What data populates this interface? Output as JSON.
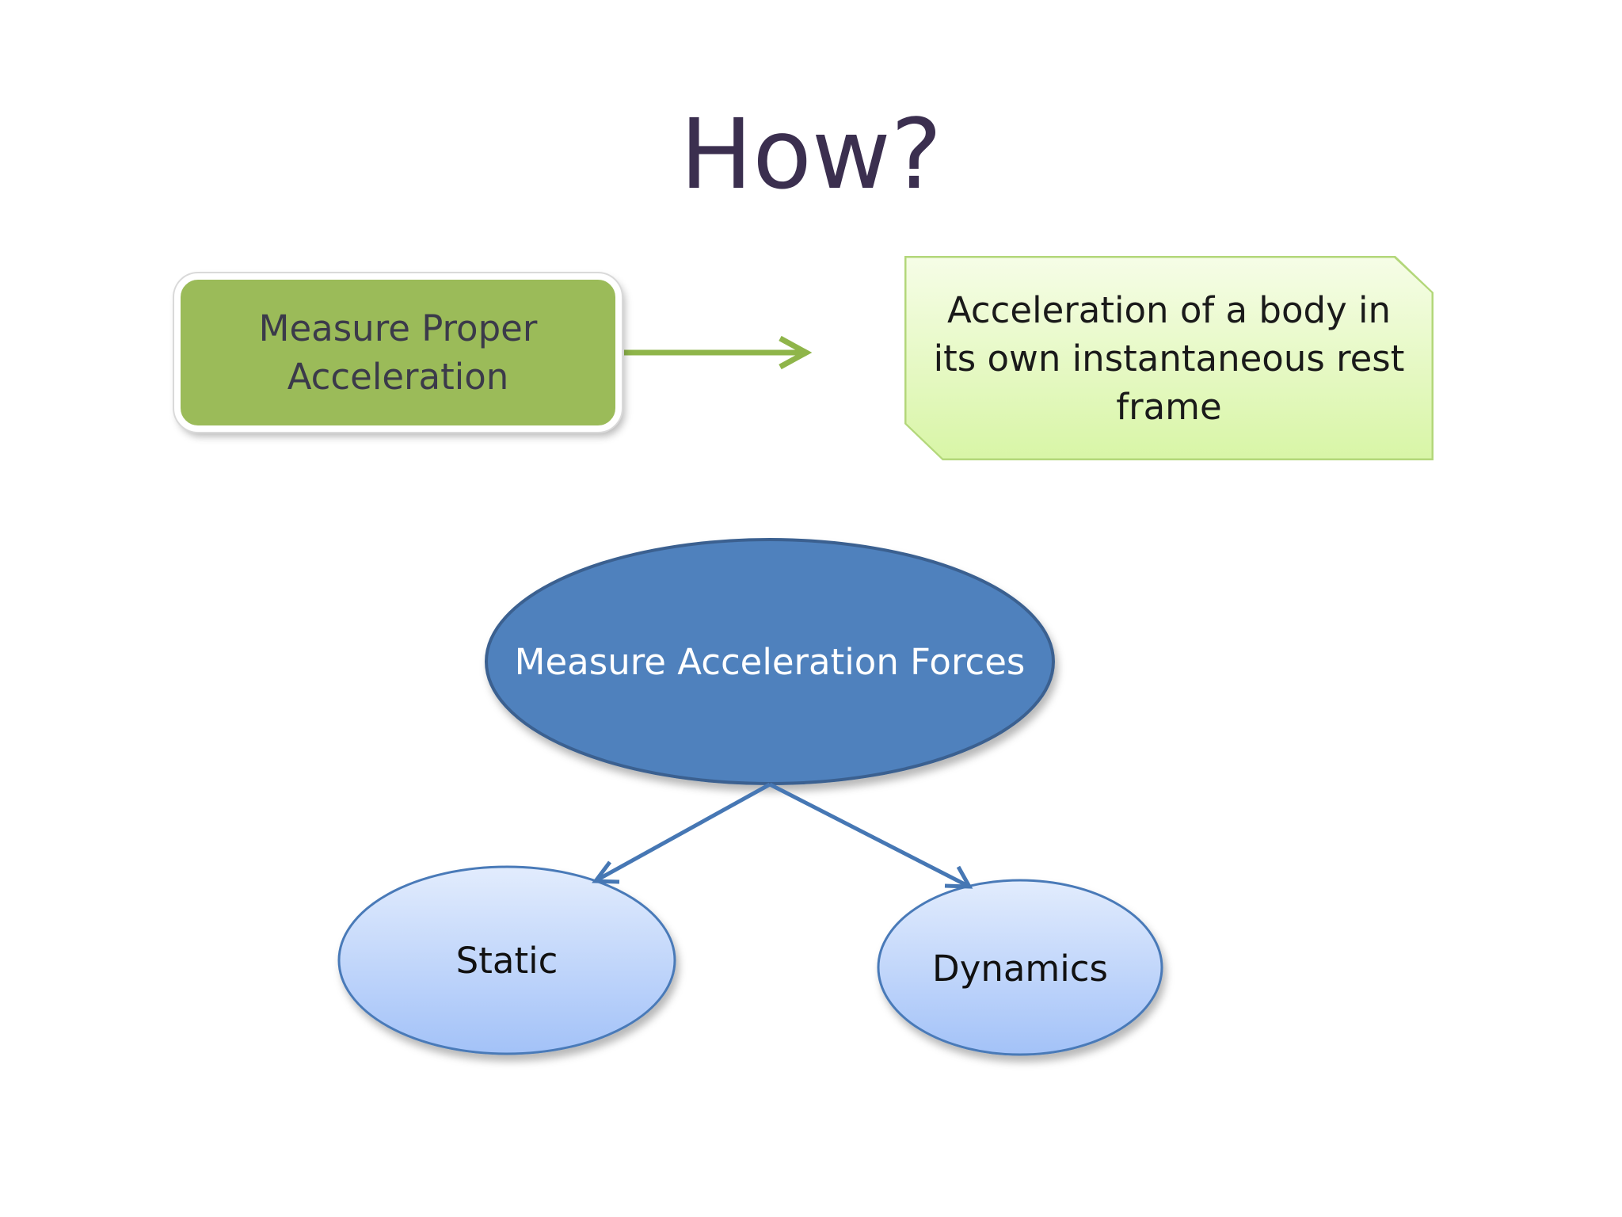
{
  "title": "How?",
  "nodes": {
    "proper_acceleration": "Measure Proper Acceleration",
    "definition": "Acceleration of a body in its own instantaneous rest frame",
    "forces": "Measure Acceleration Forces",
    "static": "Static",
    "dynamics": "Dynamics"
  },
  "colors": {
    "title": "#3b2f4f",
    "green_box": "#9bbb59",
    "arrow_green": "#8fb54a",
    "definition_box_top": "#f6fde7",
    "definition_box_bottom": "#d8f5a6",
    "forces_ellipse": "#4f81bd",
    "forces_border": "#3a6190",
    "child_ellipse_top": "#e2ecfd",
    "child_ellipse_bottom": "#a3c2f8",
    "connector_blue": "#4677b4"
  }
}
